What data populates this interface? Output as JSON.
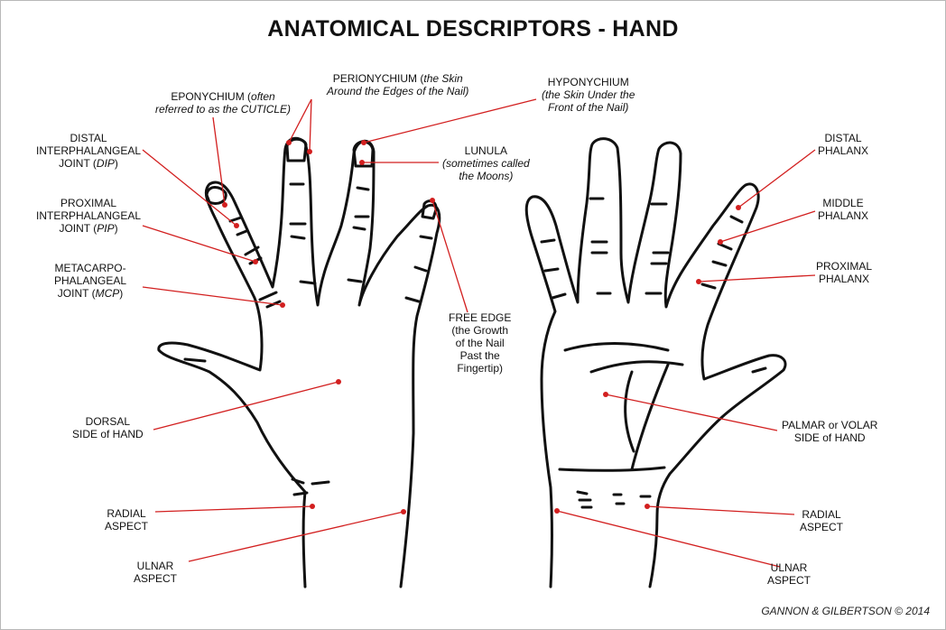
{
  "title": "ANATOMICAL DESCRIPTORS - HAND",
  "credit": "GANNON & GILBERTSON © 2014",
  "colors": {
    "leader": "#d21f1f",
    "outline": "#111111",
    "background": "#ffffff"
  },
  "labels": {
    "eponychium": [
      "EPONYCHIUM (",
      "often",
      "referred to as the CUTICLE)"
    ],
    "perionychium": [
      "PERIONYCHIUM (",
      "the Skin",
      "Around the Edges of the Nail)"
    ],
    "hyponychium": [
      "HYPONYCHIUM",
      "(the Skin Under the",
      "Front of the Nail)"
    ],
    "dip": [
      "DISTAL",
      "INTERPHALANGEAL",
      "JOINT (",
      "DIP",
      ")"
    ],
    "pip": [
      "PROXIMAL",
      "INTERPHALANGEAL",
      "JOINT (",
      "PIP",
      ")"
    ],
    "mcp": [
      "METACARPO-",
      "PHALANGEAL",
      "JOINT (",
      "MCP",
      ")"
    ],
    "lunula": [
      "LUNULA",
      "(sometimes called",
      "the Moons)"
    ],
    "free_edge": [
      "FREE EDGE",
      "(the Growth",
      "of the Nail",
      "Past the",
      "Fingertip)"
    ],
    "dorsal": [
      "DORSAL",
      "SIDE of HAND"
    ],
    "radial_left": [
      "RADIAL",
      "ASPECT"
    ],
    "ulnar_left": [
      "ULNAR",
      "ASPECT"
    ],
    "distal_phalanx": [
      "DISTAL",
      "PHALANX"
    ],
    "middle_phalanx": [
      "MIDDLE",
      "PHALANX"
    ],
    "proximal_phalanx": [
      "PROXIMAL",
      "PHALANX"
    ],
    "palmar": [
      "PALMAR or VOLAR",
      "SIDE of HAND"
    ],
    "radial_right": [
      "RADIAL",
      "ASPECT"
    ],
    "ulnar_right": [
      "ULNAR",
      "ASPECT"
    ]
  }
}
